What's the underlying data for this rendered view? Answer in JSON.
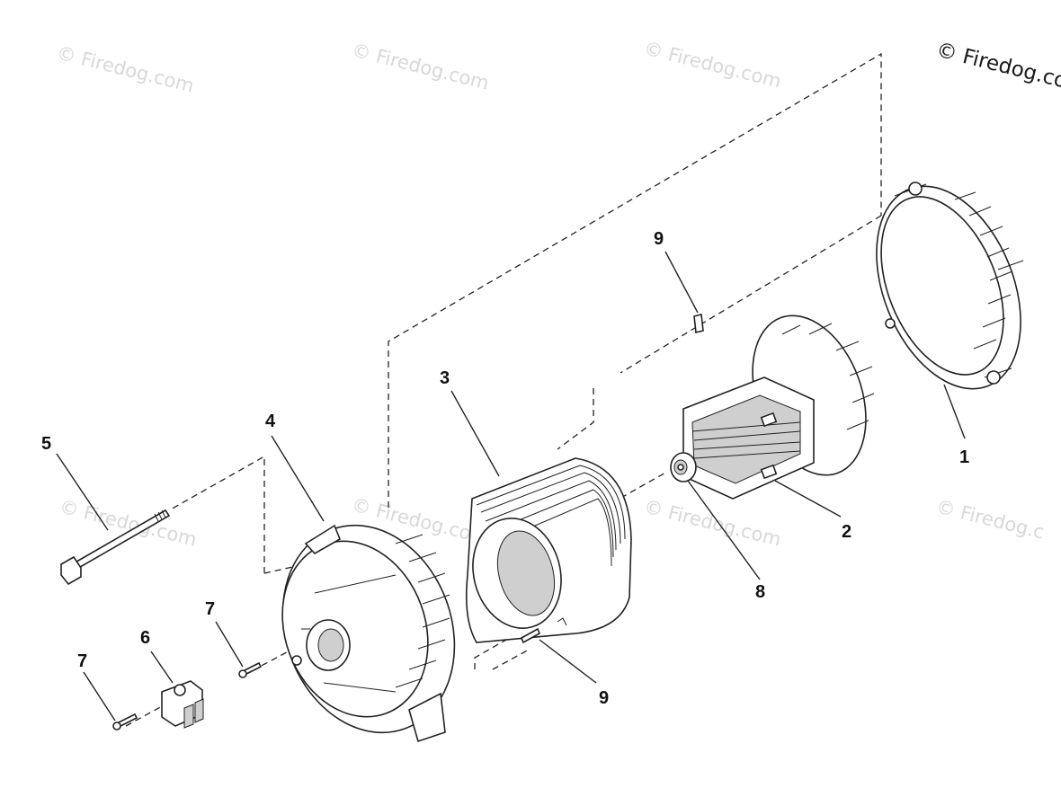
{
  "watermarks": [
    {
      "text": "© Firedog.com"
    },
    {
      "text": "© Firedog.com"
    },
    {
      "text": "© Firedog.com"
    },
    {
      "text": "© Firedog.co"
    },
    {
      "text": "© Firedog.com"
    },
    {
      "text": "© Firedog.com"
    },
    {
      "text": "© Firedog.com"
    },
    {
      "text": "© Firedog.c"
    }
  ],
  "callouts": {
    "p1": "1",
    "p2": "2",
    "p3": "3",
    "p4": "4",
    "p5": "5",
    "p6": "6",
    "p7a": "7",
    "p7b": "7",
    "p8": "8",
    "p9a": "9",
    "p9b": "9"
  }
}
